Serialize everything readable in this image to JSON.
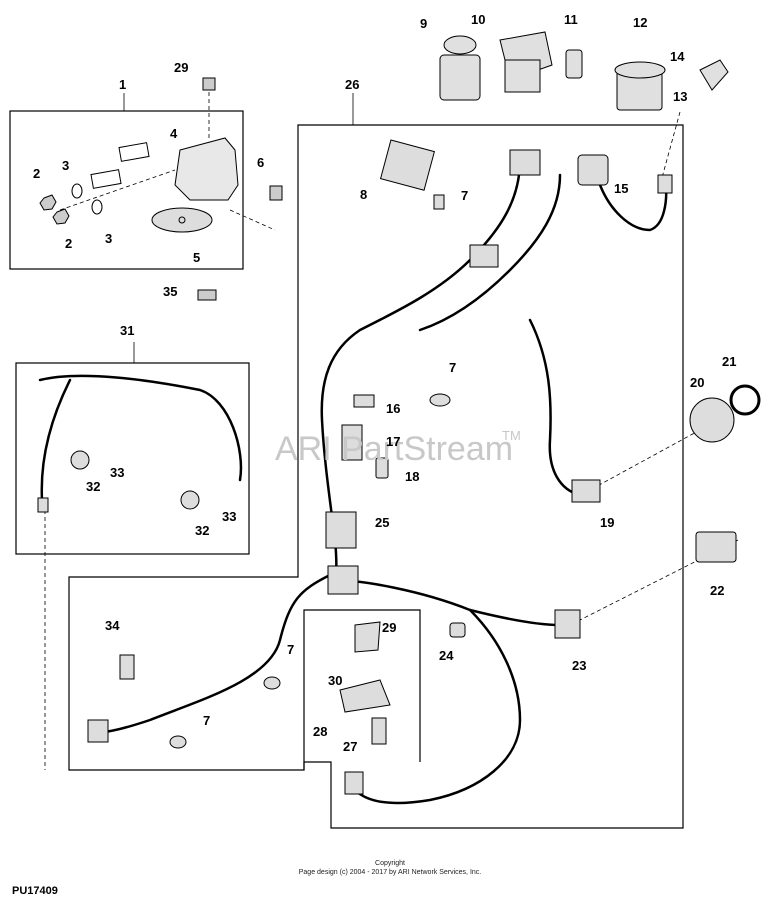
{
  "callouts": [
    "1",
    "2",
    "3",
    "4",
    "5",
    "6",
    "7",
    "8",
    "9",
    "10",
    "11",
    "12",
    "13",
    "14",
    "15",
    "16",
    "17",
    "18",
    "19",
    "20",
    "21",
    "22",
    "23",
    "24",
    "25",
    "26",
    "27",
    "28",
    "29",
    "30",
    "31",
    "32",
    "33",
    "34",
    "35"
  ],
  "watermark": {
    "text": "ARI PartStream",
    "mark": "TM"
  },
  "footer": {
    "line1": "Copyright",
    "line2": "Page design (c) 2004 - 2017 by ARI Network Services, Inc."
  },
  "figure_id": "PU17409",
  "colors": {
    "line": "#000000",
    "watermark": "#c8c8c8"
  }
}
